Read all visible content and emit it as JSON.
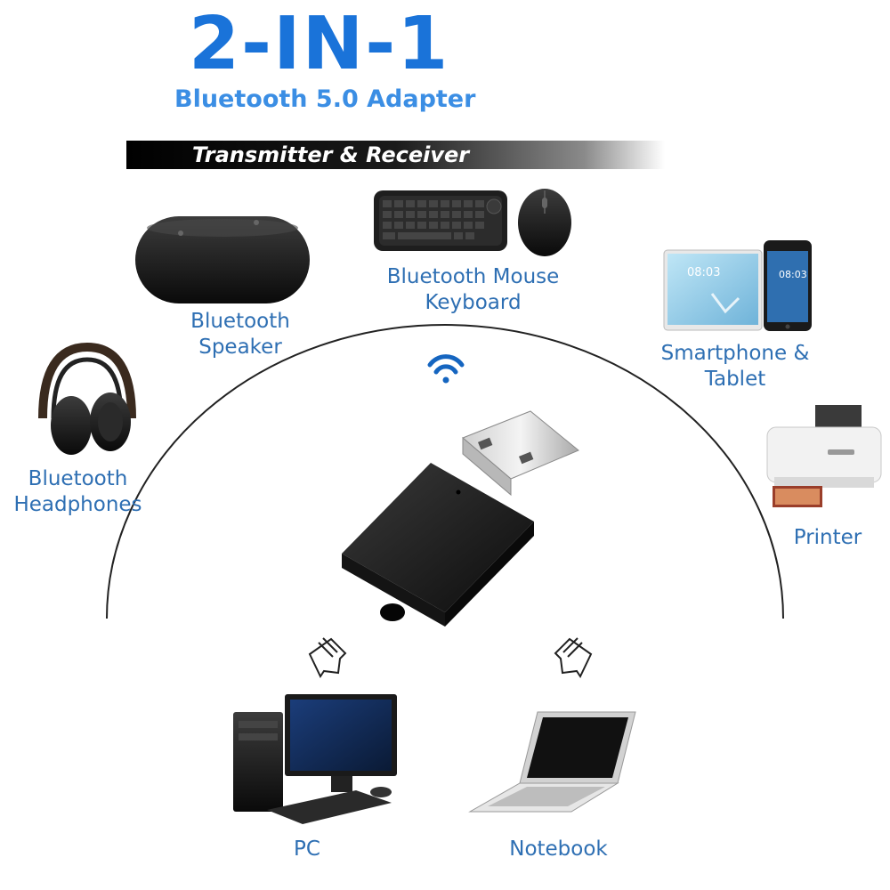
{
  "header": {
    "title": "2-IN-1",
    "subtitle": "Bluetooth 5.0 Adapter",
    "banner": "Transmitter & Receiver"
  },
  "devices": {
    "speaker": {
      "line1": "Bluetooth",
      "line2": "Speaker",
      "icon": "speaker-icon"
    },
    "mouse_keyboard": {
      "line1": "Bluetooth Mouse",
      "line2": "Keyboard",
      "icon": "keyboard-mouse-icon"
    },
    "phone_tablet": {
      "line1": "Smartphone &",
      "line2": "Tablet",
      "icon": "phone-tablet-icon",
      "phone_time": "08:03",
      "tablet_time": "08:03"
    },
    "headphones": {
      "line1": "Bluetooth",
      "line2": "Headphones",
      "icon": "headphones-icon"
    },
    "printer": {
      "line1": "Printer",
      "icon": "printer-icon"
    },
    "pc": {
      "line1": "PC",
      "icon": "desktop-pc-icon"
    },
    "notebook": {
      "line1": "Notebook",
      "icon": "laptop-icon"
    }
  },
  "colors": {
    "title_blue": "#1a73d9",
    "label_blue": "#2e6fb3",
    "wifi_blue": "#1565c0"
  }
}
